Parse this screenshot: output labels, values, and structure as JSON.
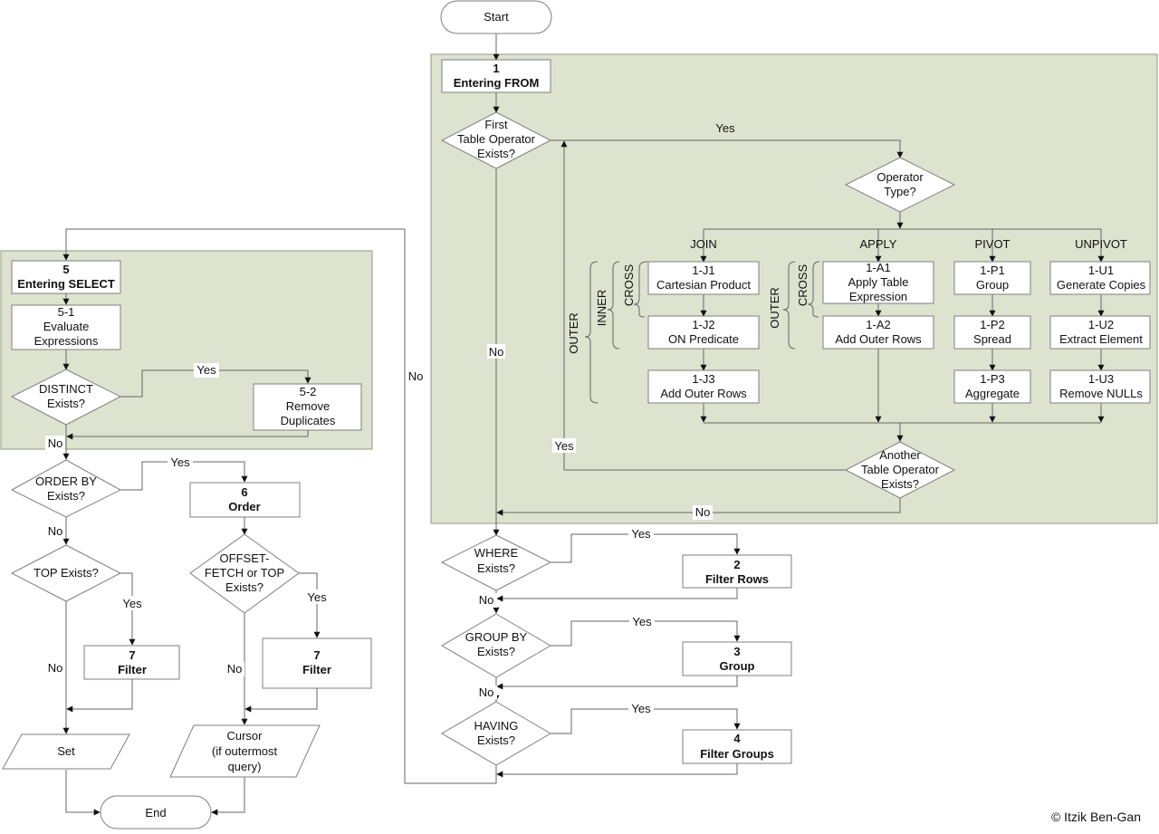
{
  "nodes": {
    "start": "Start",
    "end": "End",
    "entering_from": {
      "num": "1",
      "title": "Entering FROM"
    },
    "first_table_operator": [
      "First",
      "Table Operator",
      "Exists?"
    ],
    "operator_type": [
      "Operator",
      "Type?"
    ],
    "join_label": "JOIN",
    "apply_label": "APPLY",
    "pivot_label": "PIVOT",
    "unpivot_label": "UNPIVOT",
    "j1": [
      "1-J1",
      "Cartesian Product"
    ],
    "j2": [
      "1-J2",
      "ON Predicate"
    ],
    "j3": [
      "1-J3",
      "Add Outer Rows"
    ],
    "a1": [
      "1-A1",
      "Apply Table",
      "Expression"
    ],
    "a2": [
      "1-A2",
      "Add Outer Rows"
    ],
    "p1": [
      "1-P1",
      "Group"
    ],
    "p2": [
      "1-P2",
      "Spread"
    ],
    "p3": [
      "1-P3",
      "Aggregate"
    ],
    "u1": [
      "1-U1",
      "Generate Copies"
    ],
    "u2": [
      "1-U2",
      "Extract Element"
    ],
    "u3": [
      "1-U3",
      "Remove NULLs"
    ],
    "brace_cross": "CROSS",
    "brace_inner": "INNER",
    "brace_outer": "OUTER",
    "another_table_operator": [
      "Another",
      "Table Operator",
      "Exists?"
    ],
    "where_exists": [
      "WHERE",
      "Exists?"
    ],
    "filter_rows": {
      "num": "2",
      "title": "Filter Rows"
    },
    "group_by_exists": [
      "GROUP BY",
      "Exists?"
    ],
    "group": {
      "num": "3",
      "title": "Group"
    },
    "having_exists": [
      "HAVING",
      "Exists?"
    ],
    "filter_groups": {
      "num": "4",
      "title": "Filter Groups"
    },
    "entering_select": {
      "num": "5",
      "title": "Entering SELECT"
    },
    "evaluate_expressions": [
      "5-1",
      "Evaluate",
      "Expressions"
    ],
    "distinct_exists": [
      "DISTINCT",
      "Exists?"
    ],
    "remove_duplicates": [
      "5-2",
      "Remove",
      "Duplicates"
    ],
    "order_by_exists": [
      "ORDER BY",
      "Exists?"
    ],
    "order": {
      "num": "6",
      "title": "Order"
    },
    "top_exists": "TOP Exists?",
    "offset_fetch": [
      "OFFSET-",
      "FETCH or TOP",
      "Exists?"
    ],
    "filter_left": {
      "num": "7",
      "title": "Filter"
    },
    "filter_right": {
      "num": "7",
      "title": "Filter"
    },
    "set": "Set",
    "cursor": [
      "Cursor",
      "(if outermost",
      "query)"
    ]
  },
  "edge_labels": {
    "yes": "Yes",
    "no": "No"
  },
  "copyright": "© Itzik Ben-Gan",
  "colors": {
    "group_fill": "#dde3cf",
    "line": "#666666",
    "box_stroke": "#7f7f7f"
  }
}
